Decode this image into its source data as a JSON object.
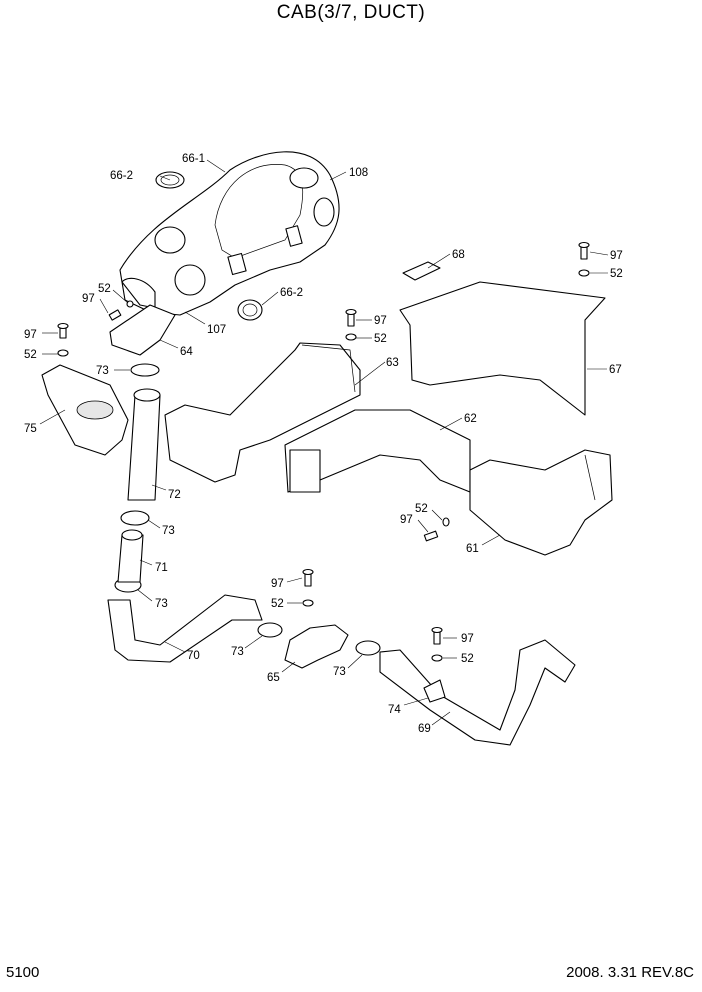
{
  "header": {
    "title": "CAB(3/7, DUCT)"
  },
  "footer": {
    "page_number": "5100",
    "revision": "2008. 3.31  REV.8C"
  },
  "callouts": [
    {
      "id": "c-66-1",
      "text": "66-1"
    },
    {
      "id": "c-66-2a",
      "text": "66-2"
    },
    {
      "id": "c-108",
      "text": "108"
    },
    {
      "id": "c-52a",
      "text": "52"
    },
    {
      "id": "c-97a",
      "text": "97"
    },
    {
      "id": "c-66-2b",
      "text": "66-2"
    },
    {
      "id": "c-107",
      "text": "107"
    },
    {
      "id": "c-64",
      "text": "64"
    },
    {
      "id": "c-97b",
      "text": "97"
    },
    {
      "id": "c-52b",
      "text": "52"
    },
    {
      "id": "c-73a",
      "text": "73"
    },
    {
      "id": "c-75",
      "text": "75"
    },
    {
      "id": "c-72",
      "text": "72"
    },
    {
      "id": "c-73b",
      "text": "73"
    },
    {
      "id": "c-71",
      "text": "71"
    },
    {
      "id": "c-73c",
      "text": "73"
    },
    {
      "id": "c-70",
      "text": "70"
    },
    {
      "id": "c-97c",
      "text": "97"
    },
    {
      "id": "c-52c",
      "text": "52"
    },
    {
      "id": "c-63",
      "text": "63"
    },
    {
      "id": "c-68",
      "text": "68"
    },
    {
      "id": "c-97d",
      "text": "97"
    },
    {
      "id": "c-52d",
      "text": "52"
    },
    {
      "id": "c-67",
      "text": "67"
    },
    {
      "id": "c-62",
      "text": "62"
    },
    {
      "id": "c-52e",
      "text": "52"
    },
    {
      "id": "c-97e",
      "text": "97"
    },
    {
      "id": "c-61",
      "text": "61"
    },
    {
      "id": "c-97f",
      "text": "97"
    },
    {
      "id": "c-52f",
      "text": "52"
    },
    {
      "id": "c-73d",
      "text": "73"
    },
    {
      "id": "c-65",
      "text": "65"
    },
    {
      "id": "c-73e",
      "text": "73"
    },
    {
      "id": "c-97g",
      "text": "97"
    },
    {
      "id": "c-52g",
      "text": "52"
    },
    {
      "id": "c-74",
      "text": "74"
    },
    {
      "id": "c-69",
      "text": "69"
    }
  ]
}
